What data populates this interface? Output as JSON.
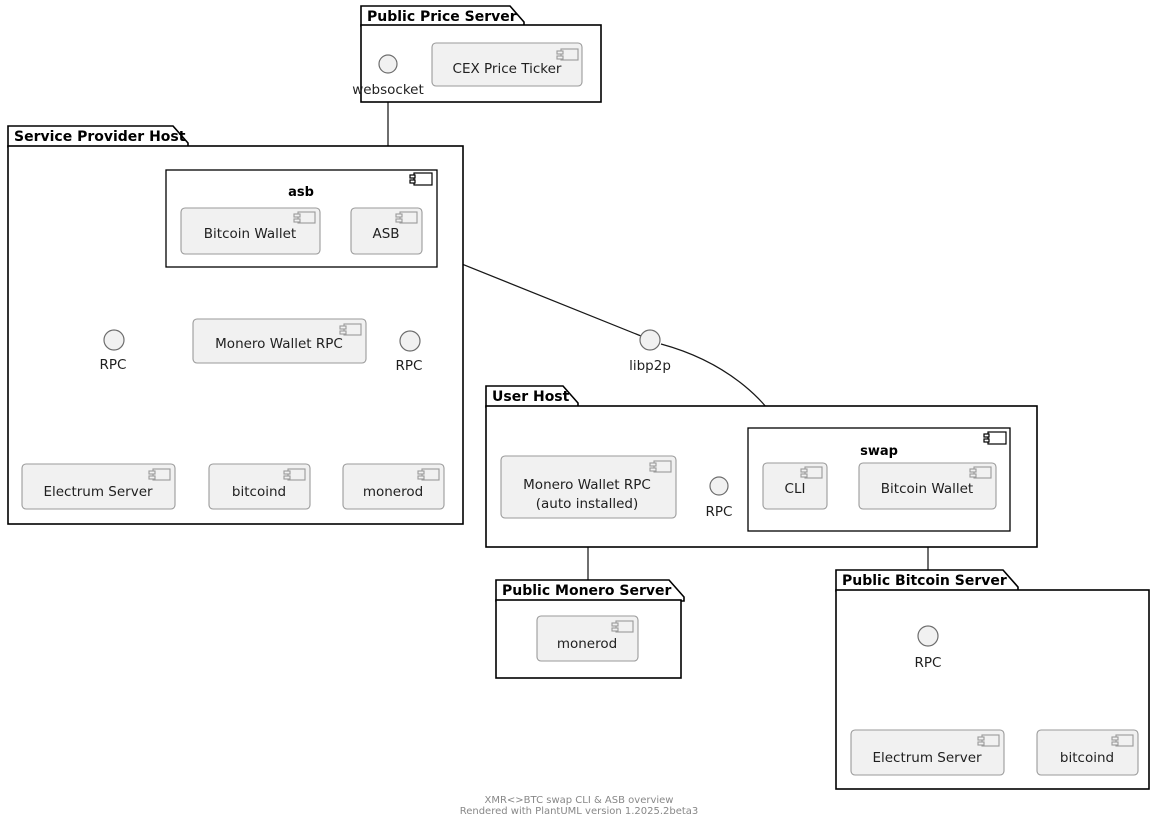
{
  "diagram": {
    "title": "XMR<>BTC swap CLI & ASB overview",
    "renderer_note": "Rendered with PlantUML version 1.2025.2beta3",
    "colors": {
      "component_fill": "#F1F1F1",
      "component_stroke": "#9A9A9A",
      "node_stroke": "#000000",
      "link_stroke": "#181818",
      "interface_fill": "#F1F1F1",
      "background": "#FFFFFF",
      "footer_text": "#888888"
    }
  },
  "nodes": {
    "public_price_server": {
      "title": "Public Price Server"
    },
    "service_provider_host": {
      "title": "Service Provider Host"
    },
    "user_host": {
      "title": "User Host"
    },
    "public_monero_server": {
      "title": "Public Monero Server"
    },
    "public_bitcoin_server": {
      "title": "Public Bitcoin Server"
    }
  },
  "packages": {
    "asb": {
      "title": "asb"
    },
    "swap": {
      "title": "swap"
    }
  },
  "components": {
    "cex_price_ticker": {
      "label": "CEX Price Ticker"
    },
    "asb_bitcoin_wallet": {
      "label": "Bitcoin Wallet"
    },
    "asb_core": {
      "label": "ASB"
    },
    "sp_monero_wallet_rpc": {
      "label": "Monero Wallet RPC"
    },
    "sp_electrum_server": {
      "label": "Electrum Server"
    },
    "sp_bitcoind": {
      "label": "bitcoind"
    },
    "sp_monerod": {
      "label": "monerod"
    },
    "user_monero_wallet_rpc_line1": {
      "label": "Monero Wallet RPC"
    },
    "user_monero_wallet_rpc_line2": {
      "label": "(auto installed)"
    },
    "swap_cli": {
      "label": "CLI"
    },
    "swap_bitcoin_wallet": {
      "label": "Bitcoin Wallet"
    },
    "public_monerod": {
      "label": "monerod"
    },
    "pb_electrum_server": {
      "label": "Electrum Server"
    },
    "pb_bitcoind": {
      "label": "bitcoind"
    }
  },
  "interfaces": {
    "websocket": {
      "label": "websocket"
    },
    "sp_rpc_left": {
      "label": "RPC"
    },
    "sp_rpc_right": {
      "label": "RPC"
    },
    "libp2p": {
      "label": "libp2p"
    },
    "user_rpc": {
      "label": "RPC"
    },
    "pb_rpc": {
      "label": "RPC"
    }
  },
  "icons": {
    "component_icon": "component-icon",
    "node_component_icon": "node-component-icon"
  }
}
